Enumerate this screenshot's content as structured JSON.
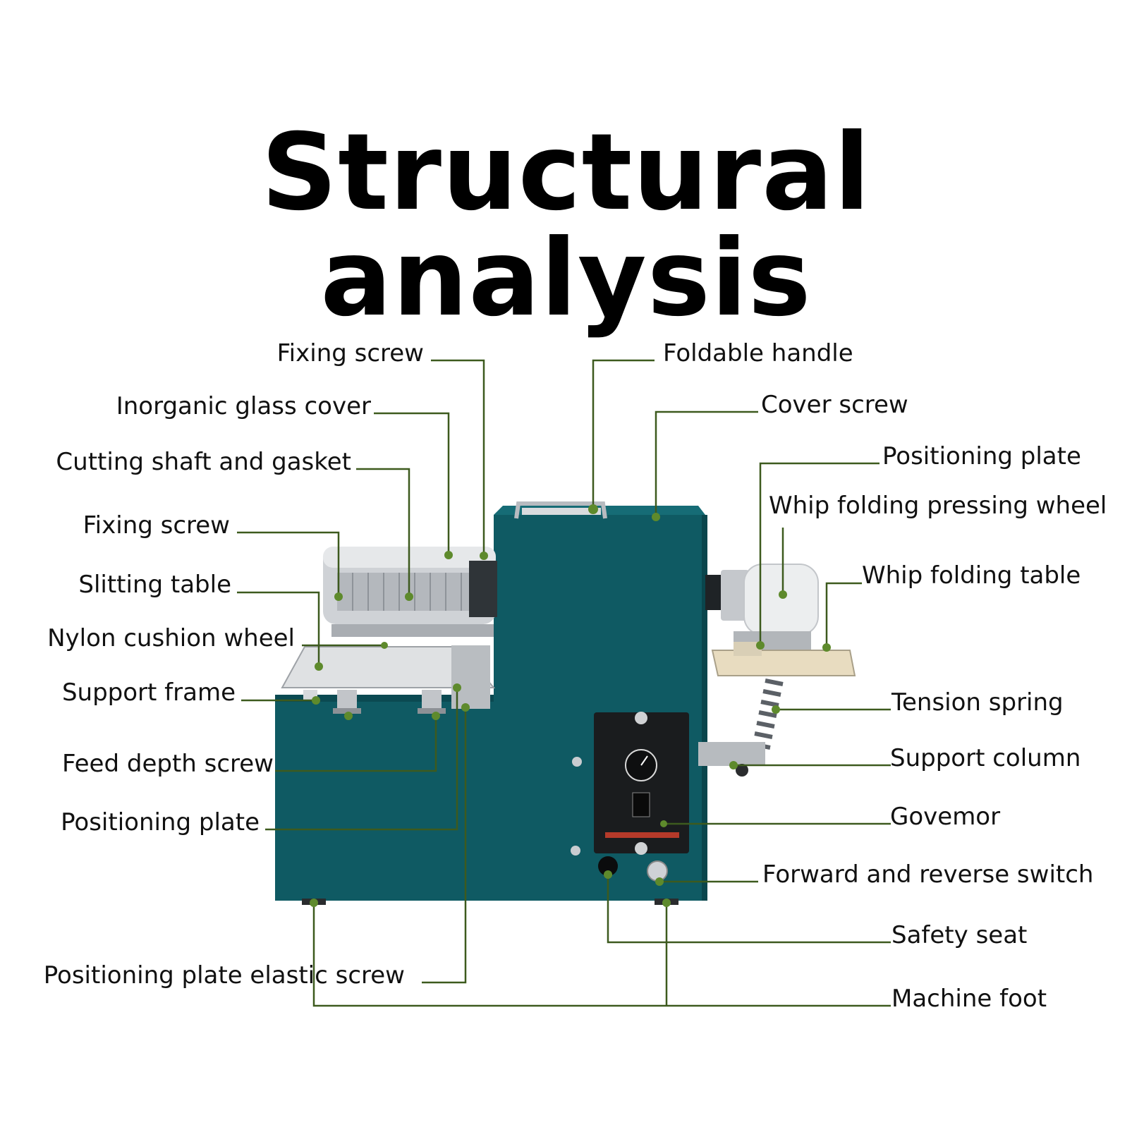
{
  "title": "Structural analysis",
  "colors": {
    "machine_body": "#0f5a63",
    "leader_line": "#3d5a1e",
    "leader_dot": "#5e8a2c",
    "steel": "#c9ccd0",
    "table_top": "#e8dcc0"
  },
  "labels": {
    "fixing_screw_top": "Fixing screw",
    "inorganic_glass_cover": "Inorganic glass cover",
    "cutting_shaft_and_gasket": "Cutting shaft and gasket",
    "fixing_screw_side": "Fixing screw",
    "slitting_table": "Slitting table",
    "nylon_cushion_wheel": "Nylon cushion wheel",
    "support_frame": "Support frame",
    "feed_depth_screw": "Feed depth screw",
    "positioning_plate_left": "Positioning plate",
    "positioning_plate_elastic_screw": "Positioning plate elastic screw",
    "foldable_handle": "Foldable handle",
    "cover_screw": "Cover screw",
    "positioning_plate_right": "Positioning plate",
    "whip_folding_pressing_wheel": "Whip folding pressing wheel",
    "whip_folding_table": "Whip folding table",
    "tension_spring": "Tension spring",
    "support_column": "Support column",
    "governor": "Govemor",
    "forward_reverse_switch": "Forward and reverse switch",
    "safety_seat": "Safety seat",
    "machine_foot": "Machine foot"
  }
}
